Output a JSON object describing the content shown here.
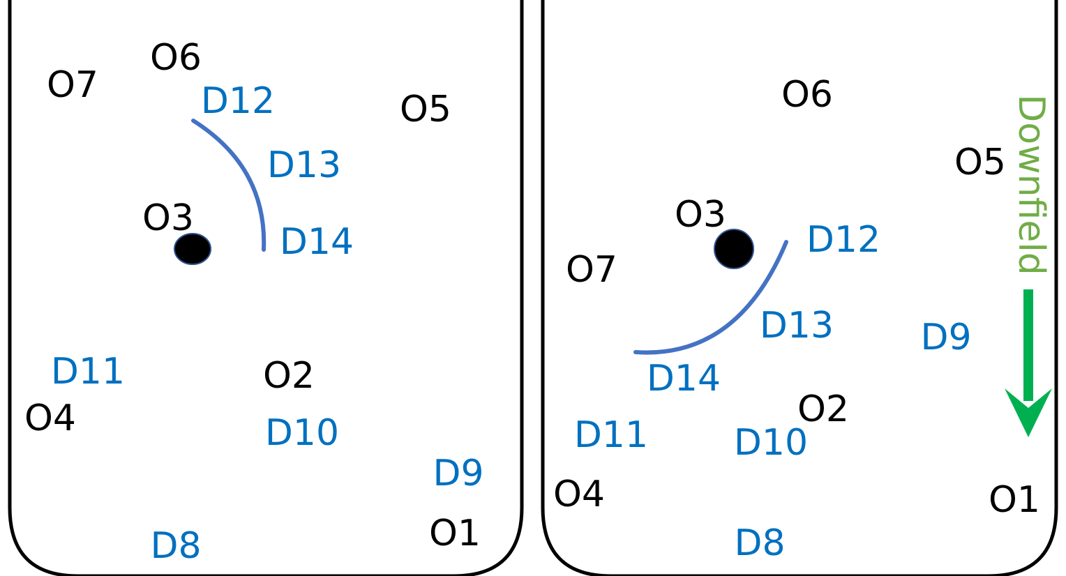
{
  "colors": {
    "offense": "#000000",
    "defense": "#0070C0",
    "route_arc": "#4472C4",
    "direction": "#00B050",
    "direction_label": "#70AD47",
    "ball": "#000000"
  },
  "panels": [
    {
      "name": "left",
      "labels": [
        {
          "id": "O7",
          "text": "O7",
          "team": "offense"
        },
        {
          "id": "O6",
          "text": "O6",
          "team": "offense"
        },
        {
          "id": "D12",
          "text": "D12",
          "team": "defense"
        },
        {
          "id": "O5",
          "text": "O5",
          "team": "offense"
        },
        {
          "id": "D13",
          "text": "D13",
          "team": "defense"
        },
        {
          "id": "O3",
          "text": "O3",
          "team": "offense"
        },
        {
          "id": "D14",
          "text": "D14",
          "team": "defense"
        },
        {
          "id": "D11",
          "text": "D11",
          "team": "defense"
        },
        {
          "id": "O2",
          "text": "O2",
          "team": "offense"
        },
        {
          "id": "O4",
          "text": "O4",
          "team": "offense"
        },
        {
          "id": "D10",
          "text": "D10",
          "team": "defense"
        },
        {
          "id": "D9",
          "text": "D9",
          "team": "defense"
        },
        {
          "id": "O1",
          "text": "O1",
          "team": "offense"
        },
        {
          "id": "D8",
          "text": "D8",
          "team": "defense"
        }
      ]
    },
    {
      "name": "right",
      "labels": [
        {
          "id": "O6",
          "text": "O6",
          "team": "offense"
        },
        {
          "id": "O5",
          "text": "O5",
          "team": "offense"
        },
        {
          "id": "O3",
          "text": "O3",
          "team": "offense"
        },
        {
          "id": "D12",
          "text": "D12",
          "team": "defense"
        },
        {
          "id": "O7",
          "text": "O7",
          "team": "offense"
        },
        {
          "id": "D13",
          "text": "D13",
          "team": "defense"
        },
        {
          "id": "D9",
          "text": "D9",
          "team": "defense"
        },
        {
          "id": "D14",
          "text": "D14",
          "team": "defense"
        },
        {
          "id": "O2",
          "text": "O2",
          "team": "offense"
        },
        {
          "id": "D11",
          "text": "D11",
          "team": "defense"
        },
        {
          "id": "D10",
          "text": "D10",
          "team": "defense"
        },
        {
          "id": "O4",
          "text": "O4",
          "team": "offense"
        },
        {
          "id": "O1",
          "text": "O1",
          "team": "offense"
        },
        {
          "id": "D8",
          "text": "D8",
          "team": "defense"
        }
      ]
    }
  ],
  "direction": {
    "label": "Downfield",
    "arrow_icon": "down-arrow-icon"
  }
}
